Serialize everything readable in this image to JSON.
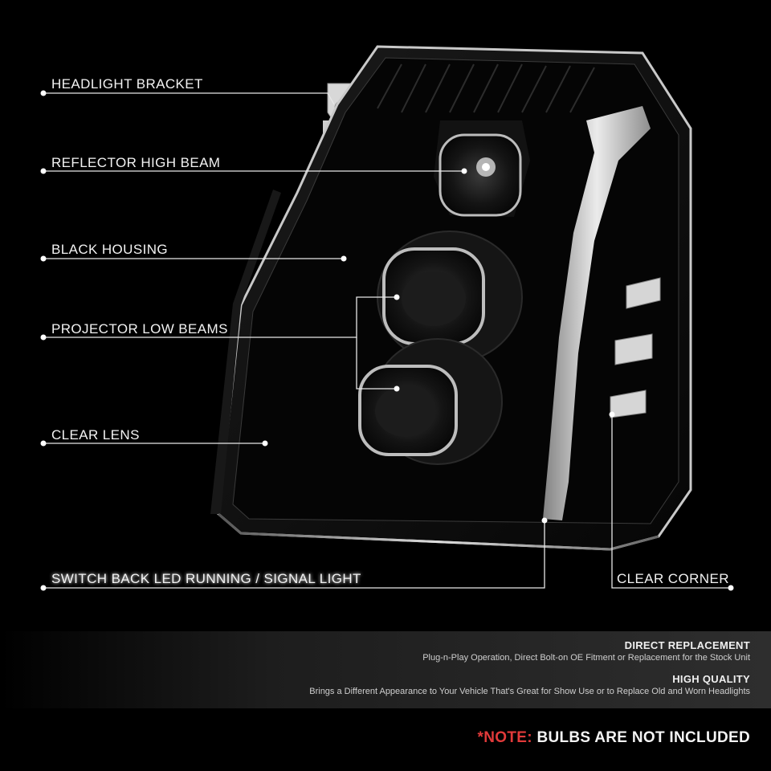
{
  "callouts": {
    "headlight_bracket": "HEADLIGHT BRACKET",
    "reflector_high_beam": "REFLECTOR HIGH BEAM",
    "black_housing": "BLACK HOUSING",
    "projector_low_beams": "PROJECTOR LOW BEAMS",
    "clear_lens": "CLEAR LENS",
    "switch_back_led": "SWITCH BACK LED RUNNING / SIGNAL LIGHT",
    "clear_corner": "CLEAR CORNER"
  },
  "features": [
    {
      "title": "DIRECT REPLACEMENT",
      "description": "Plug-n-Play Operation, Direct Bolt-on OE Fitment or Replacement for the Stock Unit"
    },
    {
      "title": "HIGH QUALITY",
      "description": "Brings a Different Appearance to Your Vehicle That's Great for Show Use or to Replace Old and Worn Headlights"
    }
  ],
  "note": {
    "prefix": "*NOTE:",
    "text": "BULBS ARE NOT INCLUDED",
    "prefix_color": "#e23a3a"
  },
  "colors": {
    "background": "#000000",
    "leader_line": "#e8e8e8",
    "housing": "#0a0a0a"
  }
}
